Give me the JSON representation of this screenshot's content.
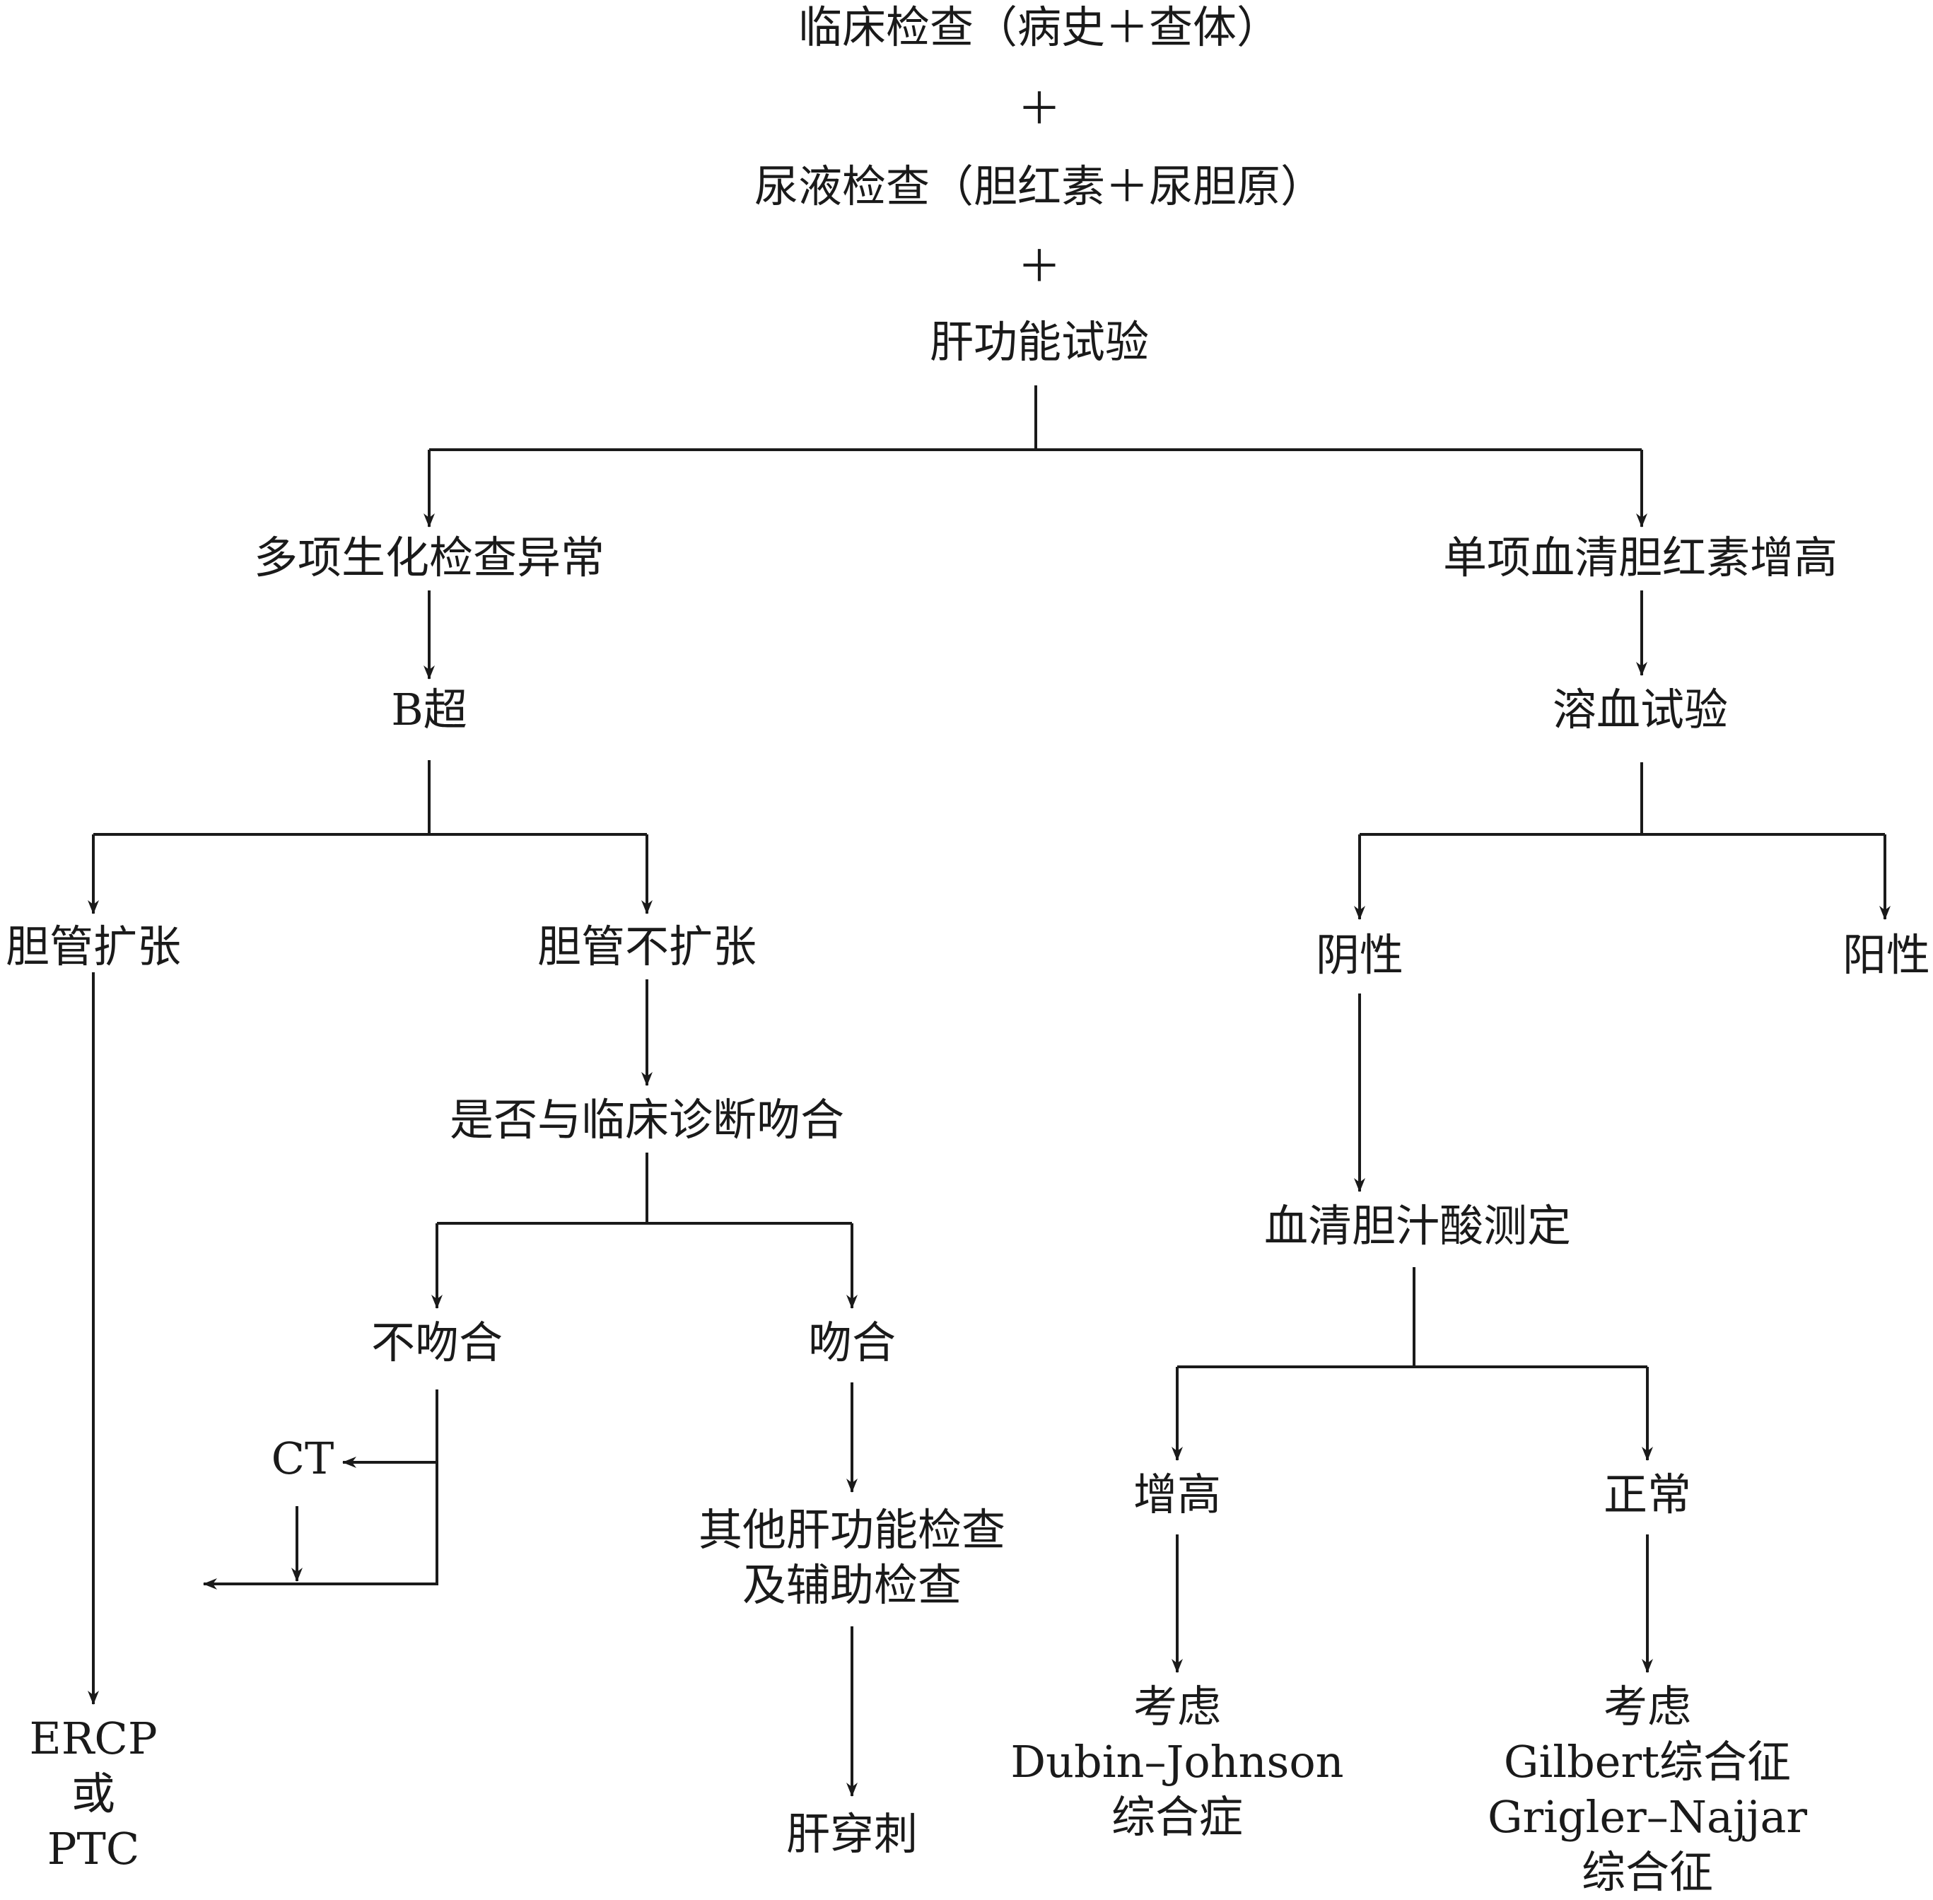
{
  "nodes": {
    "n_clinical": [
      "临床检查（病史＋查体）"
    ],
    "n_plus1": [
      "＋"
    ],
    "n_urine": [
      "尿液检查（胆红素＋尿胆原）"
    ],
    "n_plus2": [
      "＋"
    ],
    "n_liverfunc": [
      "肝功能试验"
    ],
    "n_multi": [
      "多项生化检查异常"
    ],
    "n_single": [
      "单项血清胆红素增高"
    ],
    "n_bscan": [
      "B超"
    ],
    "n_hemolysis": [
      "溶血试验"
    ],
    "n_dilated": [
      "胆管扩张"
    ],
    "n_notdilated": [
      "胆管不扩张"
    ],
    "n_negative": [
      "阴性"
    ],
    "n_positive": [
      "阳性"
    ],
    "n_consistent_q": [
      "是否与临床诊断吻合"
    ],
    "n_bileacid": [
      "血清胆汁酸测定"
    ],
    "n_inconsistent": [
      "不吻合"
    ],
    "n_consistent": [
      "吻合"
    ],
    "n_ct": [
      "CT"
    ],
    "n_otherliver": [
      "其他肝功能检查",
      "及辅助检查"
    ],
    "n_increased": [
      "增高"
    ],
    "n_normal": [
      "正常"
    ],
    "n_ercp": [
      "ERCP",
      "或",
      "PTC"
    ],
    "n_biopsy": [
      "肝穿刺"
    ],
    "n_dubin": [
      "考虑",
      "Dubin–Johnson",
      "综合症"
    ],
    "n_gilbert": [
      "考虑",
      "Gilbert综合征",
      "Grigler–Najjar",
      "综合征"
    ]
  },
  "colors": {
    "line": "#1a1a1a",
    "text": "#1a1a1a",
    "background": "#ffffff"
  }
}
